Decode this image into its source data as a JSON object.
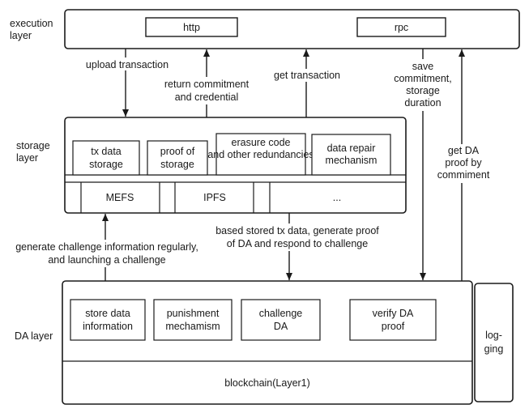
{
  "layers": {
    "execution": "execution layer",
    "storage": "storage layer",
    "da": "DA layer"
  },
  "execution_box": {
    "http": "http",
    "rpc": "rpc"
  },
  "storage_box": {
    "modules": [
      "tx data storage",
      "proof of storage",
      "erasure code and other redundancies",
      "data repair mechanism"
    ],
    "backends": [
      "MEFS",
      "IPFS",
      "..."
    ]
  },
  "da_box": {
    "modules": [
      "store data information",
      "punishment mechamism",
      "challenge DA",
      "verify DA proof"
    ],
    "base": "blockchain(Layer1)"
  },
  "logging": "log- ging",
  "arrows": {
    "upload": "upload transaction",
    "return": "return commitment and credential",
    "get_tx": "get transaction",
    "save": "save commitment, storage duration",
    "get_proof": "get DA proof by commiment",
    "challenge": "generate challenge information regularly, and launching a challenge",
    "respond": "based stored tx data, generate proof of DA and respond to challenge"
  }
}
